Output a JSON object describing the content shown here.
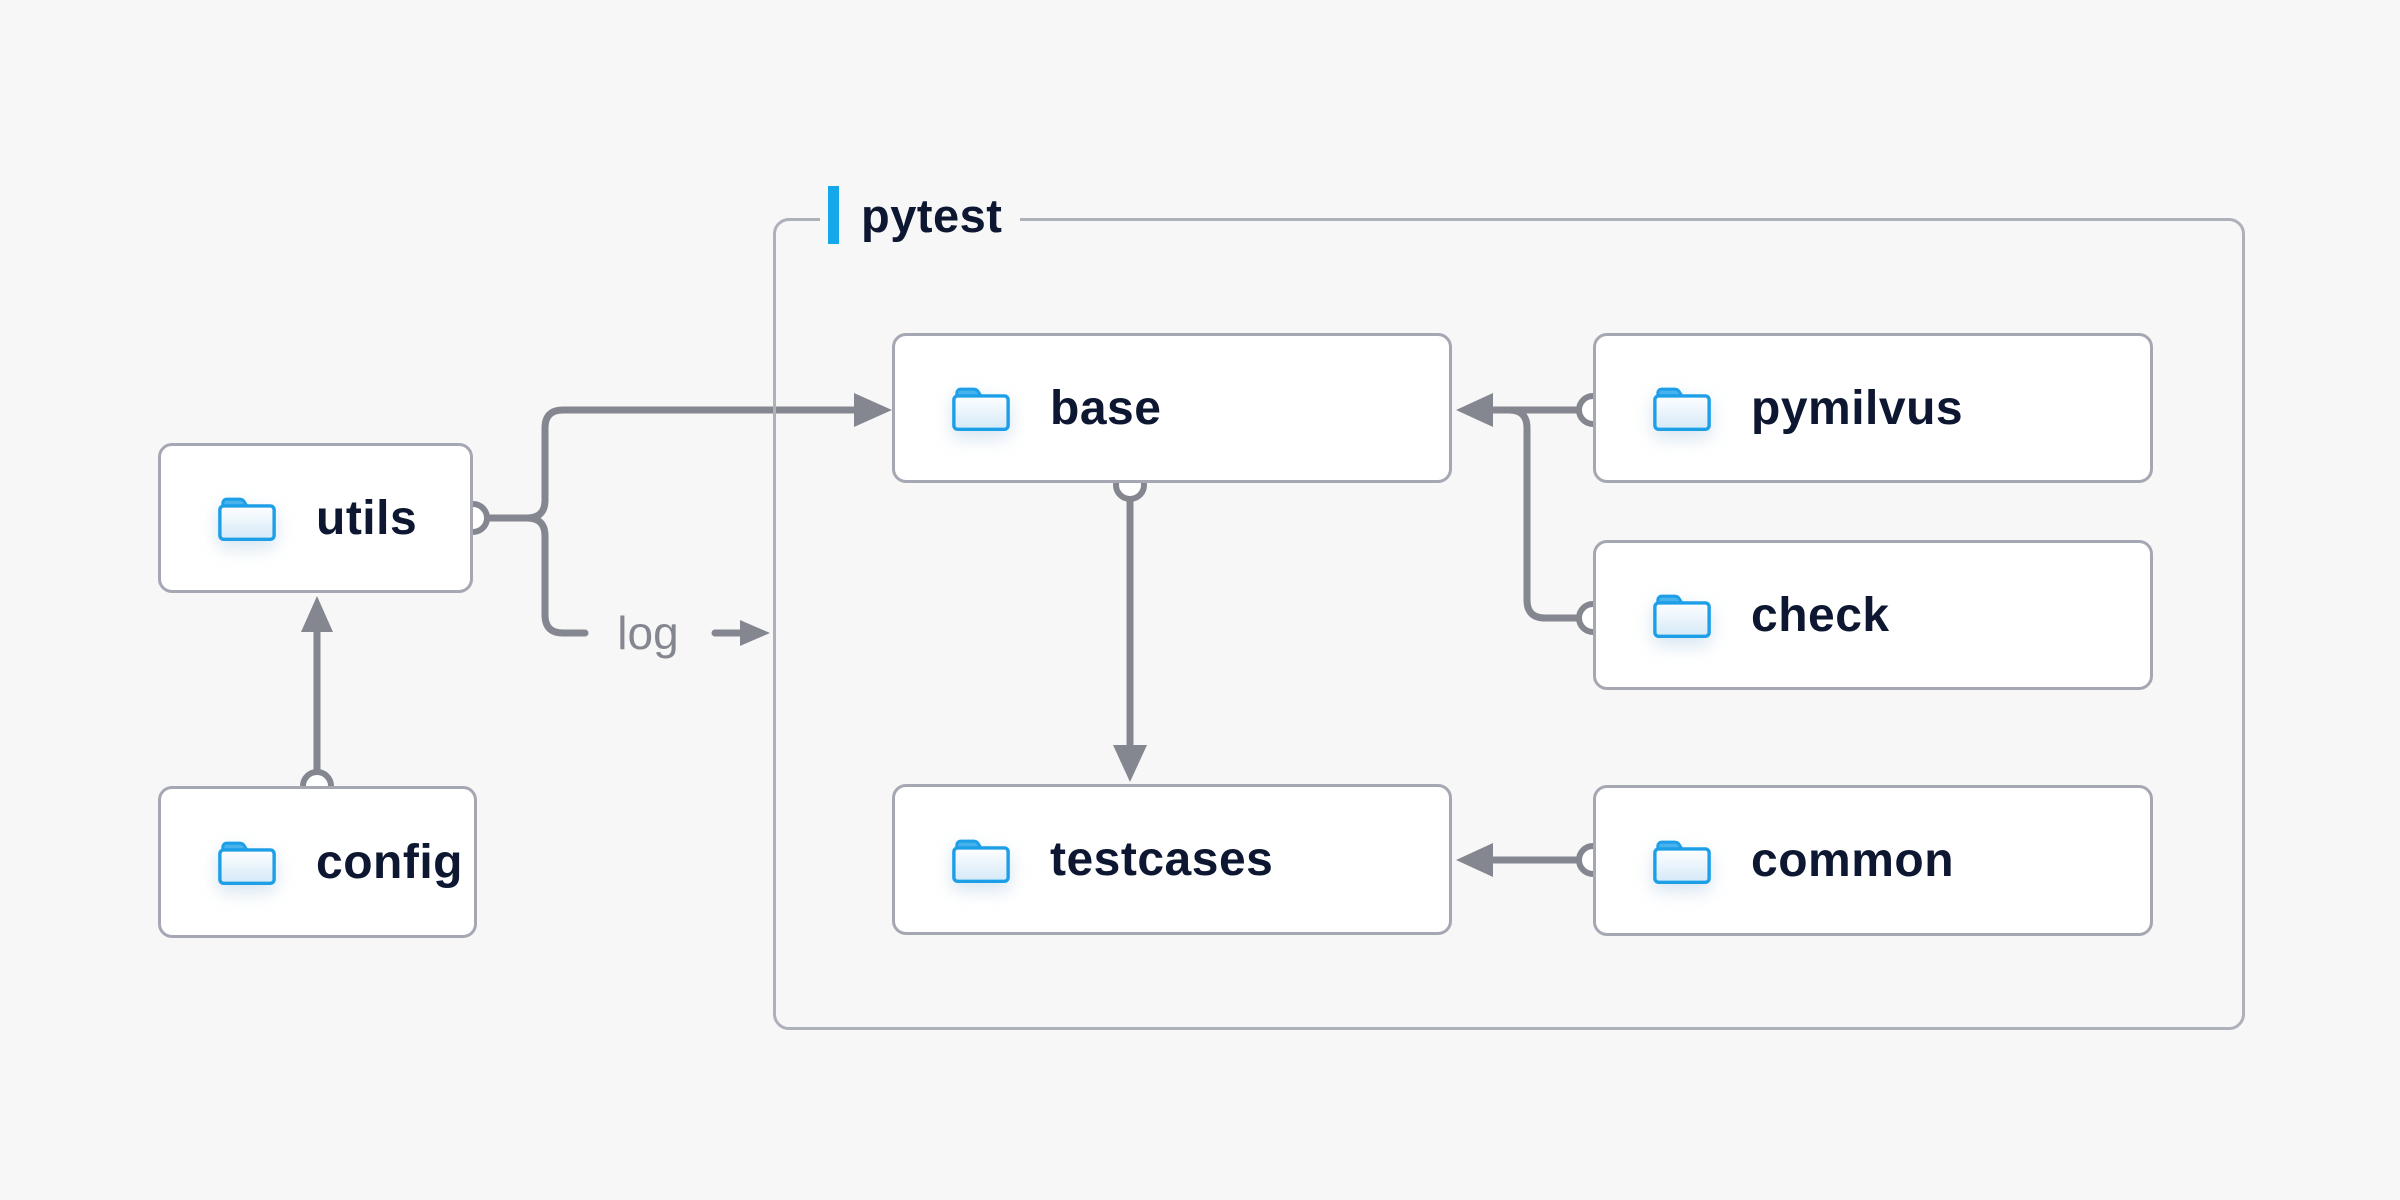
{
  "diagram": {
    "container": {
      "label": "pytest"
    },
    "nodes": [
      {
        "id": "utils",
        "label": "utils",
        "icon": "folder-icon"
      },
      {
        "id": "config",
        "label": "config",
        "icon": "folder-icon"
      },
      {
        "id": "base",
        "label": "base",
        "icon": "folder-icon"
      },
      {
        "id": "testcases",
        "label": "testcases",
        "icon": "folder-icon"
      },
      {
        "id": "pymilvus",
        "label": "pymilvus",
        "icon": "folder-icon"
      },
      {
        "id": "check",
        "label": "check",
        "icon": "folder-icon"
      },
      {
        "id": "common",
        "label": "common",
        "icon": "folder-icon"
      }
    ],
    "edges": [
      {
        "from": "config",
        "to": "utils"
      },
      {
        "from": "utils",
        "to": "base"
      },
      {
        "from": "utils",
        "to": "pytest",
        "label": "log"
      },
      {
        "from": "pymilvus",
        "to": "base"
      },
      {
        "from": "check",
        "to": "base"
      },
      {
        "from": "base",
        "to": "testcases"
      },
      {
        "from": "common",
        "to": "testcases"
      }
    ],
    "edge_label": "log",
    "colors": {
      "background": "#f7f7f8",
      "node_background": "#ffffff",
      "node_border": "#a5a8b3",
      "container_border": "#aeb1ba",
      "connector": "#84878f",
      "text": "#0d1731",
      "accent_blue": "#14a7ea",
      "folder_blue": "#1d9fe8"
    }
  }
}
